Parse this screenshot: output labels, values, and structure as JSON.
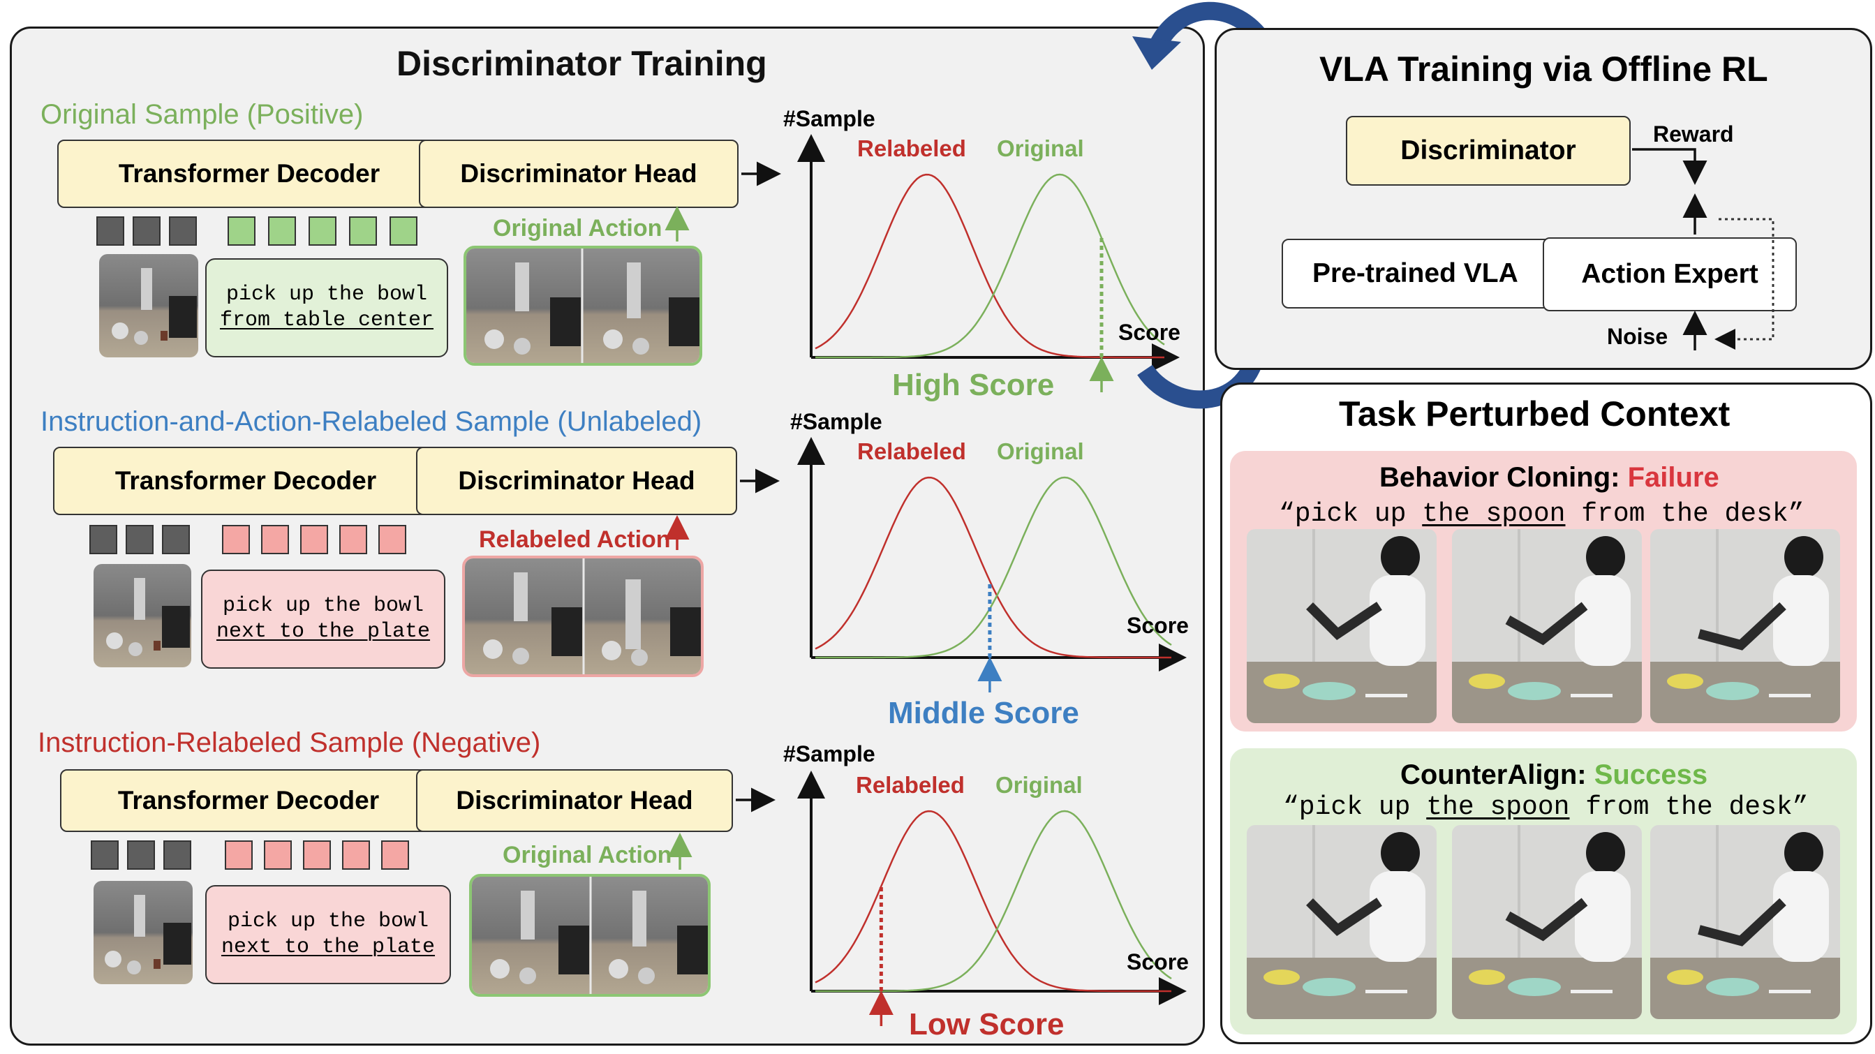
{
  "discriminator_panel": {
    "title": "Discriminator Training",
    "rows": [
      {
        "label": "Original Sample (Positive)",
        "label_color": "#7bb05b",
        "decoder": "Transformer Decoder",
        "head": "Discriminator Head",
        "instruction_line1": "pick up the bowl",
        "instruction_line2": "from table center",
        "action_label": "Original Action",
        "action_color": "#7bb05b",
        "chart_ylabel": "#Sample",
        "chart_xlabel": "Score",
        "legend_relabeled": "Relabeled",
        "legend_original": "Original",
        "score_label": "High Score",
        "score_color": "#7bb05b"
      },
      {
        "label": "Instruction-and-Action-Relabeled Sample (Unlabeled)",
        "label_color": "#3d7fc2",
        "decoder": "Transformer Decoder",
        "head": "Discriminator Head",
        "instruction_line1": "pick up the bowl",
        "instruction_line2": "next to the plate",
        "action_label": "Relabeled Action",
        "action_color": "#c0302c",
        "chart_ylabel": "#Sample",
        "chart_xlabel": "Score",
        "legend_relabeled": "Relabeled",
        "legend_original": "Original",
        "score_label": "Middle Score",
        "score_color": "#3d7fc2"
      },
      {
        "label": "Instruction-Relabeled Sample (Negative)",
        "label_color": "#c0302c",
        "decoder": "Transformer Decoder",
        "head": "Discriminator Head",
        "instruction_line1": "pick up the bowl",
        "instruction_line2": "next to the plate",
        "action_label": "Original Action",
        "action_color": "#7bb05b",
        "chart_ylabel": "#Sample",
        "chart_xlabel": "Score",
        "legend_relabeled": "Relabeled",
        "legend_original": "Original",
        "score_label": "Low Score",
        "score_color": "#c0302c"
      }
    ]
  },
  "vla_panel": {
    "title": "VLA Training via Offline RL",
    "discriminator": "Discriminator",
    "reward": "Reward",
    "pretrained": "Pre-trained VLA",
    "action_expert": "Action Expert",
    "noise": "Noise"
  },
  "context_panel": {
    "title": "Task Perturbed Context",
    "bc_prefix": "Behavior Cloning: ",
    "bc_result": "Failure",
    "bc_result_color": "#d9363e",
    "bc_instr_pre": "“pick up ",
    "bc_instr_u": "the spoon",
    "bc_instr_post": " from the desk”",
    "ca_prefix": "CounterAlign: ",
    "ca_result": "Success",
    "ca_result_color": "#6fb84a",
    "ca_instr_pre": "“pick up ",
    "ca_instr_u": "the spoon",
    "ca_instr_post": " from the desk”"
  },
  "colors": {
    "relabeled_curve": "#c0302c",
    "original_curve": "#7bb05b",
    "cycle_arrow": "#2a4f8f",
    "panel_bg": "#f1f1f1",
    "yellow_box": "#fcf3cc",
    "pink_card": "#f9d6d6",
    "green_card": "#e2f1d8"
  }
}
